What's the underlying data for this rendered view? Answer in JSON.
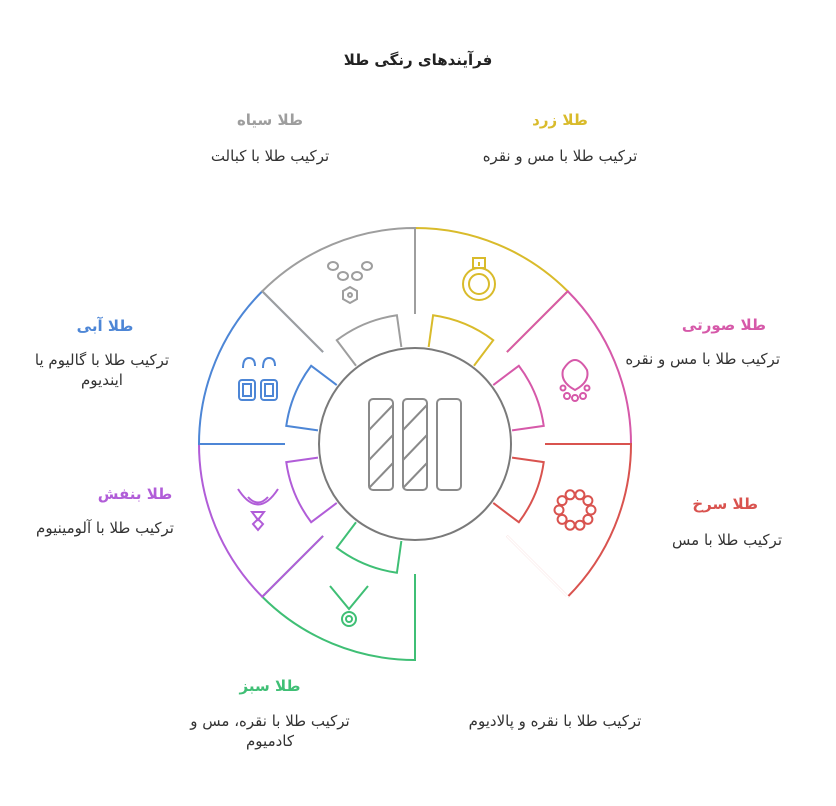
{
  "title": "فرآیندهای رنگی طلا",
  "colors": {
    "yellow": "#d9bb2b",
    "rose": "#d659a9",
    "red": "#d9534f",
    "green": "#3fbf75",
    "purple": "#b15dd8",
    "blue": "#4d86d6",
    "black": "#9e9e9e",
    "center": "#7a7a7a"
  },
  "segments": [
    {
      "key": "yellow",
      "label": "طلا زرد",
      "desc": "ترکیب طلا با مس و نقره",
      "icon": "ring-icon"
    },
    {
      "key": "rose",
      "label": "طلا صورتی",
      "desc": "ترکیب طلا با مس و نقره",
      "icon": "pendant-necklace-icon"
    },
    {
      "key": "red",
      "label": "طلا سرخ",
      "desc": "ترکیب طلا با مس",
      "icon": "bead-bracelet-icon"
    },
    {
      "key": "white",
      "label": "",
      "desc": "ترکیب طلا با نقره و پالادیوم",
      "icon": ""
    },
    {
      "key": "green",
      "label": "طلا سبز",
      "desc": "ترکیب طلا با نقره، مس و کادمیوم",
      "icon": "drop-pendant-icon"
    },
    {
      "key": "purple",
      "label": "طلا بنفش",
      "desc": "ترکیب طلا با آلومینیوم",
      "icon": "gem-necklace-icon"
    },
    {
      "key": "blue",
      "label": "طلا آبی",
      "desc": "ترکیب طلا با گالیوم یا ایندیوم",
      "icon": "earrings-icon"
    },
    {
      "key": "black",
      "label": "طلا سیاه",
      "desc": "ترکیب طلا با کبالت",
      "icon": "chain-necklace-icon"
    }
  ],
  "center_icon": "gold-bars-icon"
}
